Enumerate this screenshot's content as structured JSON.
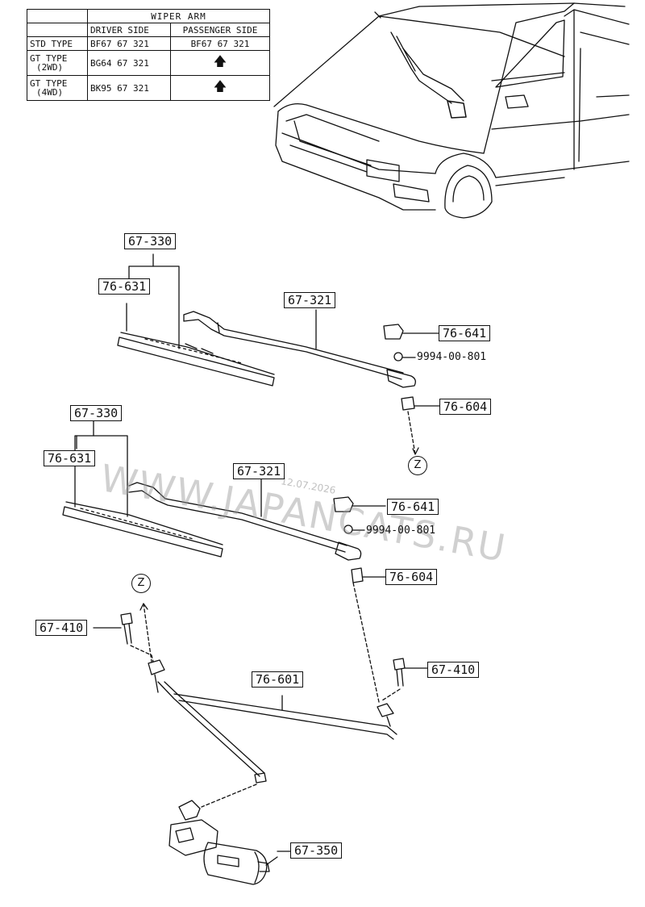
{
  "table": {
    "title": "WIPER ARM",
    "col_driver": "DRIVER SIDE",
    "col_passenger": "PASSENGER SIDE",
    "rows": [
      {
        "type": "STD TYPE",
        "driver": "BF67 67 321",
        "passenger": "BF67 67 321"
      },
      {
        "type_line1": "GT TYPE",
        "type_line2": "(2WD)",
        "driver": "BG64 67 321",
        "passenger_icon": "up-arrow"
      },
      {
        "type_line1": "GT TYPE",
        "type_line2": "(4WD)",
        "driver": "BK95 67 321",
        "passenger_icon": "up-arrow"
      }
    ]
  },
  "callouts": {
    "blade_assy_1": "67-330",
    "refill_1": "76-631",
    "arm_1": "67-321",
    "cap_1": "76-641",
    "nut_1": "9994-00-801",
    "pivot_1": "76-604",
    "blade_assy_2": "67-330",
    "refill_2": "76-631",
    "arm_2": "67-321",
    "cap_2": "76-641",
    "nut_2": "9994-00-801",
    "pivot_2": "76-604",
    "bolt_left": "67-410",
    "bolt_right": "67-410",
    "linkage": "76-601",
    "motor": "67-350"
  },
  "ref_marker": "Z",
  "watermark": "WWW.JAPANCATS.RU",
  "watermark_date": "12.07.2026"
}
